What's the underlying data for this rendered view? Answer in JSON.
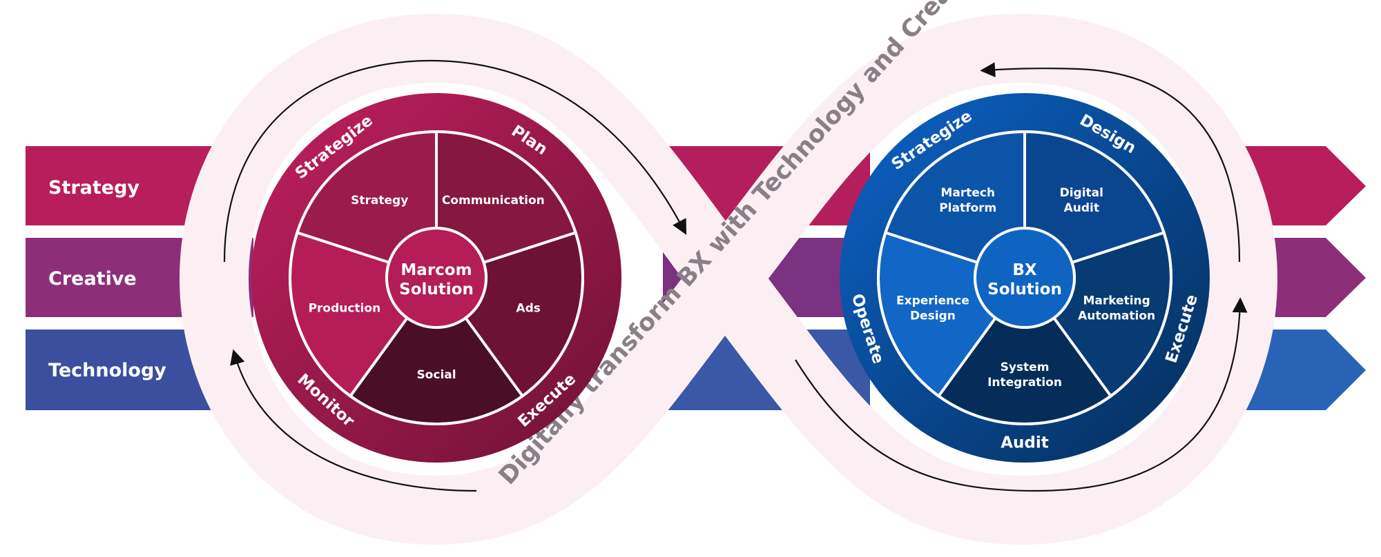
{
  "bands": [
    {
      "label": "Strategy",
      "color_left": "#b81d5c",
      "color_right": "#a02560"
    },
    {
      "label": "Creative",
      "color_left": "#8d2f78",
      "color_right": "#6a3a8a"
    },
    {
      "label": "Technology",
      "color_left": "#3b4f9e",
      "color_right": "#2a63b5"
    }
  ],
  "tagline": "Digitally transform BX with Technology and Creativity",
  "marcom": {
    "center": [
      "Marcom",
      "Solution"
    ],
    "segments": [
      {
        "label": [
          "Strategy"
        ],
        "color": "#9c1b4d"
      },
      {
        "label": [
          "Communication"
        ],
        "color": "#86173f"
      },
      {
        "label": [
          "Ads"
        ],
        "color": "#6d1234"
      },
      {
        "label": [
          "Social"
        ],
        "color": "#4a0f26"
      },
      {
        "label": [
          "Production"
        ],
        "color": "#b51d58"
      }
    ],
    "ring_labels": [
      "Strategize",
      "Plan",
      "Execute",
      "Monitor"
    ],
    "ring_color": "#8e1a47",
    "center_color": "#b41d57"
  },
  "bx": {
    "center": [
      "BX",
      "Solution"
    ],
    "segments": [
      {
        "label": [
          "Martech",
          "Platform"
        ],
        "color": "#0c54a8"
      },
      {
        "label": [
          "Digital",
          "Audit"
        ],
        "color": "#0b4590"
      },
      {
        "label": [
          "Marketing",
          "Automation"
        ],
        "color": "#083a74"
      },
      {
        "label": [
          "System",
          "Integration"
        ],
        "color": "#062d5a"
      },
      {
        "label": [
          "Experience",
          "Design"
        ],
        "color": "#1266c6"
      }
    ],
    "ring_labels": [
      "Strategize",
      "Design",
      "Execute",
      "Audit",
      "Operate"
    ],
    "ring_color": "#08458a",
    "center_color": "#0f64c2"
  }
}
